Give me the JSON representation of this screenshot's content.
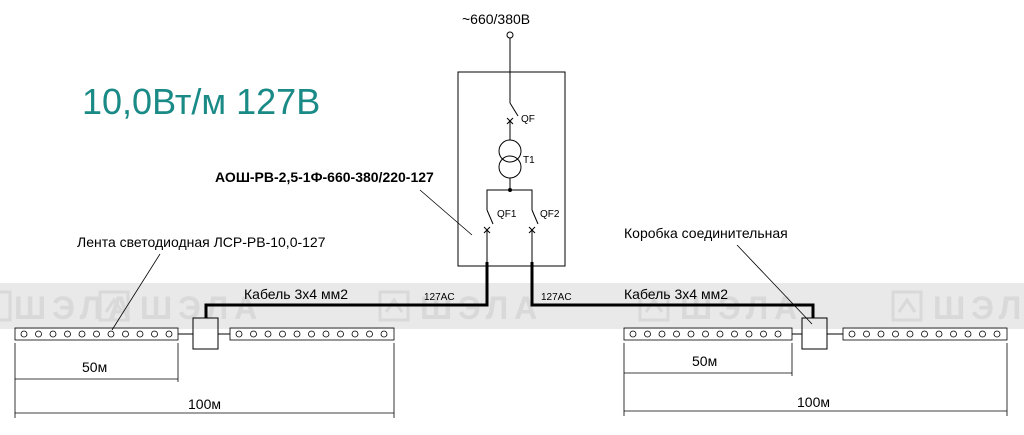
{
  "title": "10,0Вт/м 127В",
  "colors": {
    "title": "#1a8a86",
    "watermark": "#d9d9d9"
  },
  "supply": "~660/380В",
  "panel": {
    "label": "АОШ-РВ-2,5-1Ф-660-380/220-127",
    "main_breaker": "QF",
    "transformer": "T1",
    "breaker_1": "QF1",
    "breaker_2": "QF2"
  },
  "left_branch": {
    "tape_label": "Лента светодиодная ЛСР-РВ-10,0-127",
    "cable_label": "Кабель 3х4 мм2",
    "voltage": "127AC",
    "dim_short": "50м",
    "dim_long": "100м"
  },
  "right_branch": {
    "box_label": "Коробка соединительная",
    "cable_label": "Кабель 3х4 мм2",
    "voltage": "127AC",
    "dim_short": "50м",
    "dim_long": "100м"
  },
  "watermark": [
    "ШЭЛА",
    "ШЭЛА",
    "ШЭЛА",
    "ШЭЛА",
    "ШЭЛА"
  ]
}
